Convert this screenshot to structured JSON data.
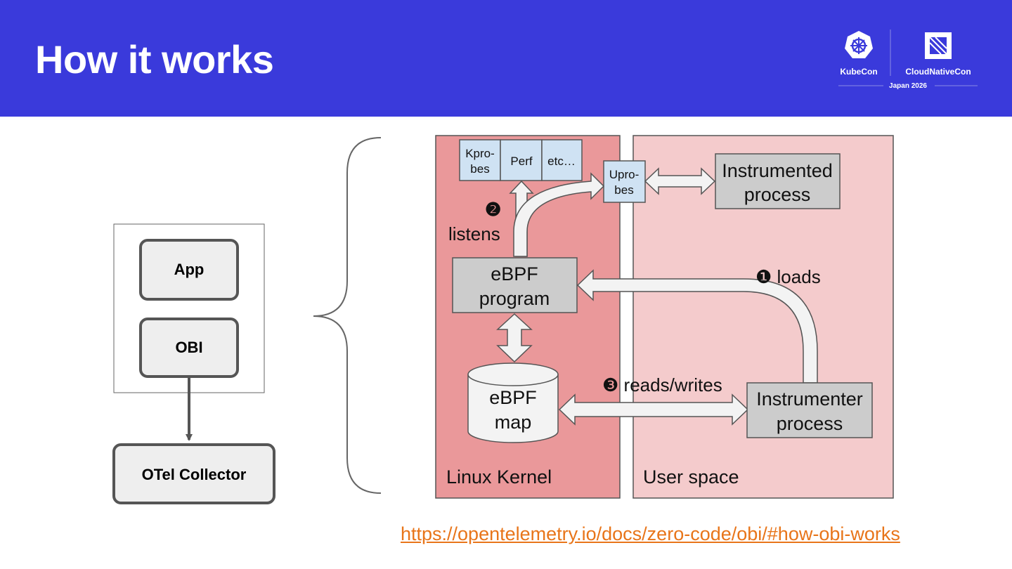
{
  "slide": {
    "title": "How it works"
  },
  "brand": {
    "left": "KubeCon",
    "right": "CloudNativeCon",
    "event": "Japan 2026",
    "header_color": "#3a3adb"
  },
  "left_diagram": {
    "app": "App",
    "obi": "OBI",
    "collector": "OTel Collector"
  },
  "obi_diagram": {
    "kernel_label": "Linux Kernel",
    "user_label": "User space",
    "kprobes": [
      "Kpro-",
      "bes"
    ],
    "perf": "Perf",
    "etc": "etc…",
    "uprobes": [
      "Upro-",
      "bes"
    ],
    "instrumented": [
      "Instrumented",
      "process"
    ],
    "step2_marker": "❷",
    "listens": "listens",
    "ebpf_program": [
      "eBPF",
      "program"
    ],
    "step1": "❶ loads",
    "ebpf_map": [
      "eBPF",
      "map"
    ],
    "step3": "❸ reads/writes",
    "instrumenter": [
      "Instrumenter",
      "process"
    ]
  },
  "link": {
    "url": "https://opentelemetry.io/docs/zero-code/obi/#how-obi-works"
  }
}
